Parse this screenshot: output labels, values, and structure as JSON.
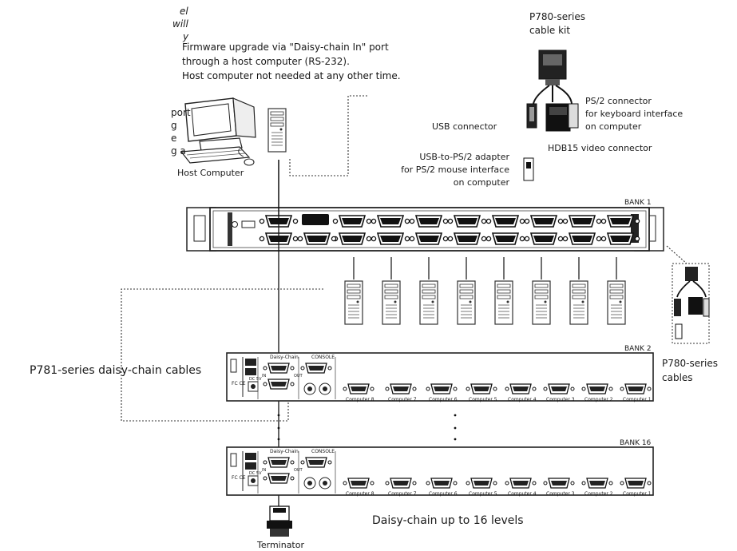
{
  "intro_fragments": [
    "el",
    "will",
    "y",
    "port",
    "g",
    "e",
    "g a"
  ],
  "firmware": {
    "line1": "Firmware upgrade via \"Daisy-chain In\" port",
    "line2": "through a host computer (RS-232).",
    "line3": "Host computer not needed at any other time."
  },
  "host_computer_label": "Host Computer",
  "cable_kit": {
    "line1": "P780-series",
    "line2": "cable kit"
  },
  "ps2_connector": {
    "line1": "PS/2 connector",
    "line2": "for keyboard interface",
    "line3": "on computer"
  },
  "usb_connector_label": "USB connector",
  "hdb15_label": "HDB15 video connector",
  "usb_ps2_adapter": {
    "line1": "USB-to-PS/2 adapter",
    "line2": "for PS/2 mouse interface",
    "line3": "on computer"
  },
  "banks": {
    "bank1": "BANK 1",
    "bank2": "BANK 2",
    "bank16": "BANK 16"
  },
  "daisy_cables_label": "P781-series daisy-chain cables",
  "p780_cables": {
    "line1": "P780-series",
    "line2": "cables"
  },
  "daisy_chain_levels": "Daisy-chain up to 16 levels",
  "terminator_label": "Terminator",
  "rear_panel": {
    "port_labels": [
      "Computer 8",
      "Computer 7",
      "Computer 6",
      "Computer 5",
      "Computer 4",
      "Computer 3",
      "Computer 2",
      "Computer 1"
    ],
    "daisy_chain": "Daisy-Chain",
    "console": "CONSOLE",
    "in": "IN",
    "out": "OUT",
    "fcc": "FC CE",
    "power": "DC 5V"
  }
}
